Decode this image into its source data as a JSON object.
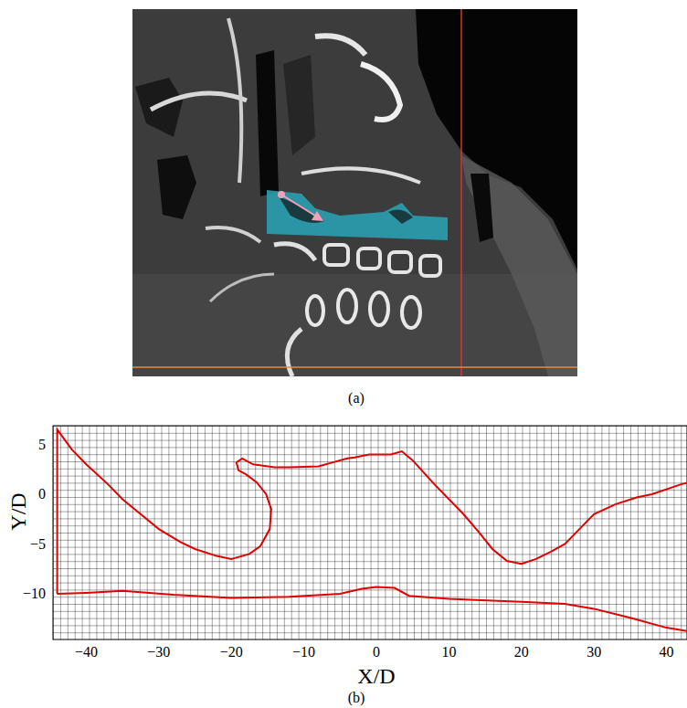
{
  "diagram": {
    "labels": [
      "(a)",
      "Y/D",
      "5",
      "0",
      "−5",
      "−10",
      "−40",
      "−30",
      "−20",
      "−10",
      "0",
      "10",
      "20",
      "30",
      "40",
      "X/D",
      "(b)"
    ]
  }
}
